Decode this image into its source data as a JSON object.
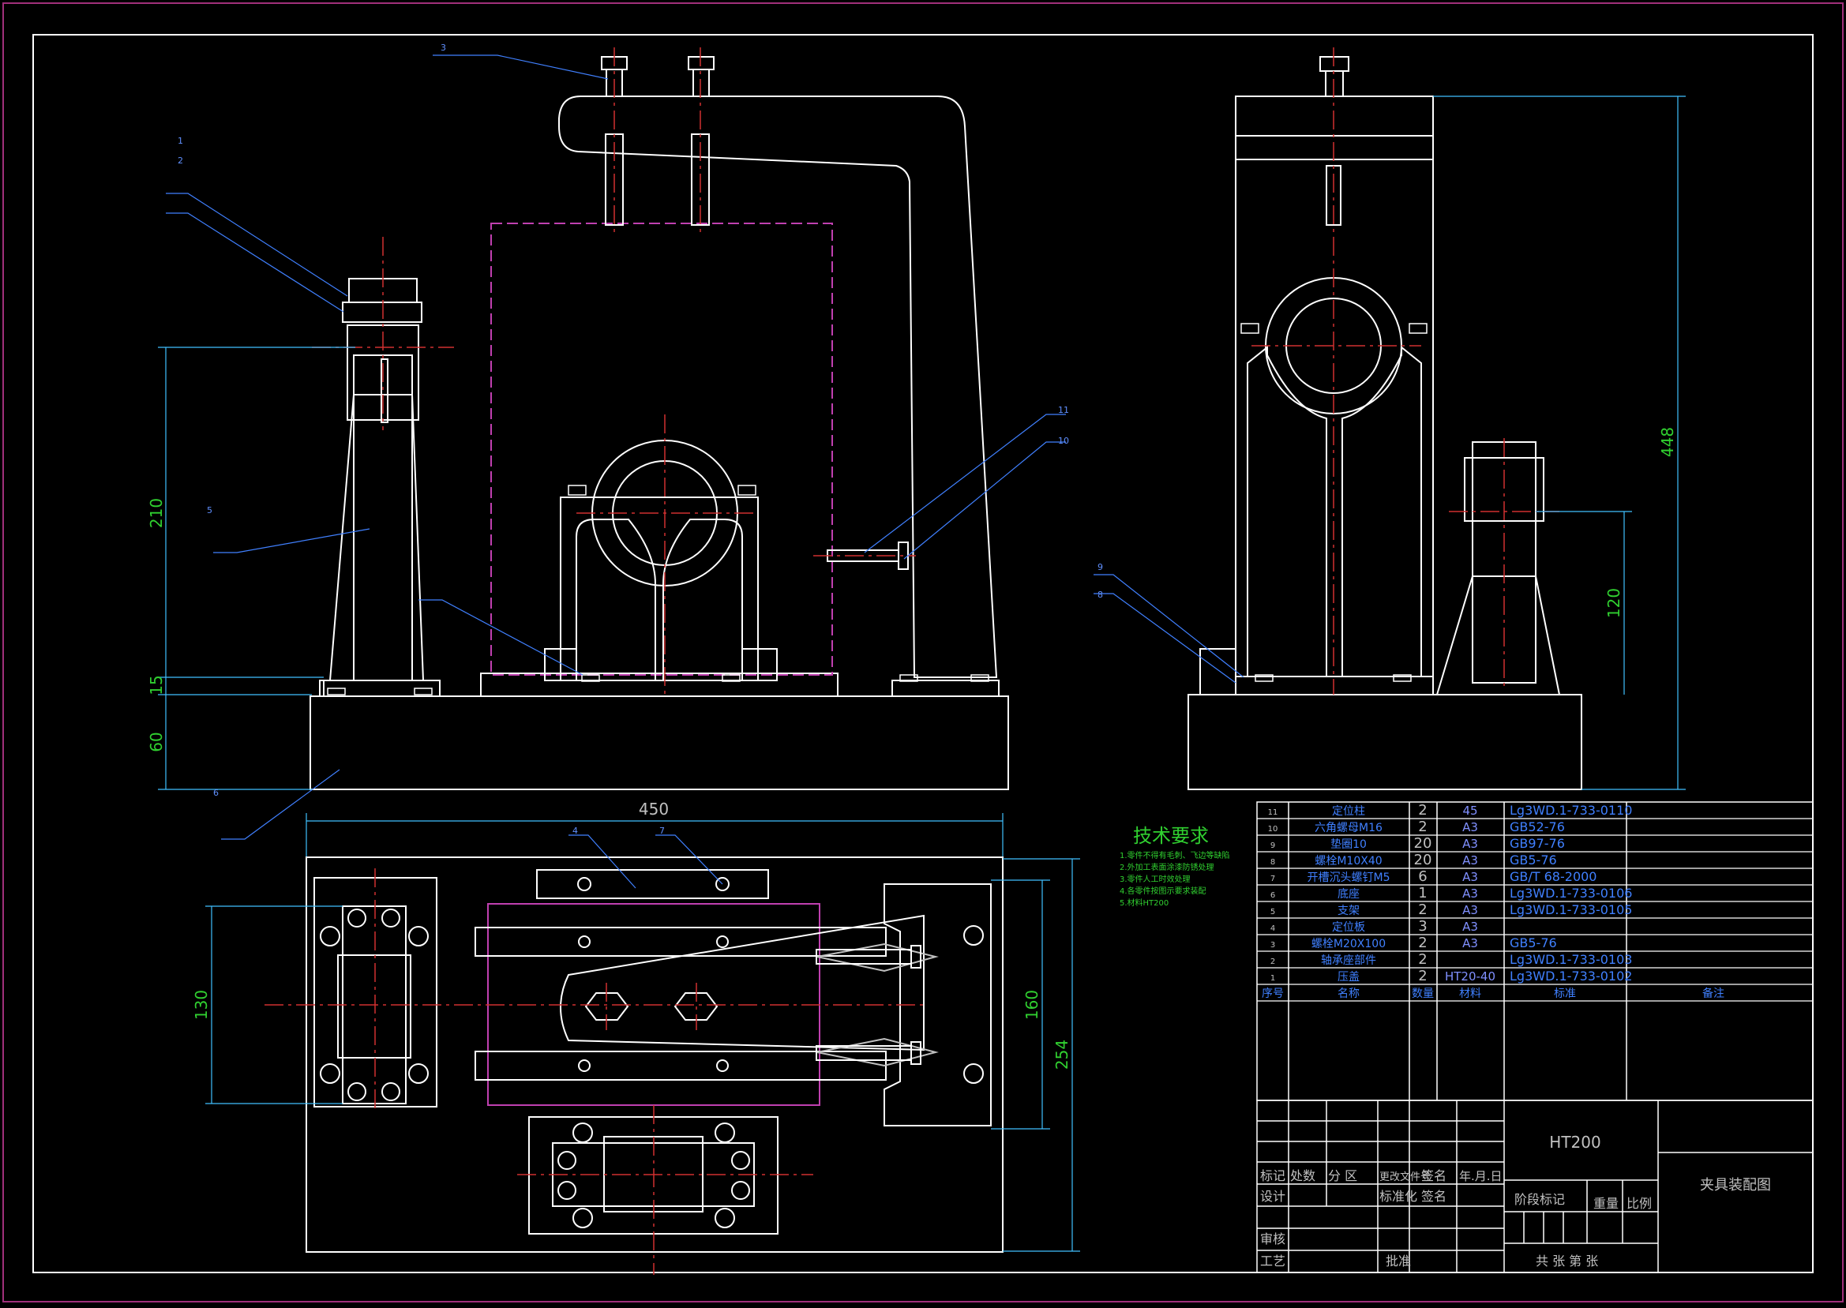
{
  "dims": {
    "d210": "210",
    "d15": "15",
    "d60": "60",
    "d450": "450",
    "d130": "130",
    "d160": "160",
    "d254": "254",
    "d448": "448",
    "d120": "120"
  },
  "balloons": {
    "b3": "3",
    "b1": "1",
    "b2": "2",
    "b5": "5",
    "b6": "6",
    "b11": "11",
    "b10": "10",
    "b9": "9",
    "b8": "8",
    "b4": "4",
    "b7": "7"
  },
  "tech": {
    "title": "技术要求",
    "lines": [
      "1.零件不得有毛刺、飞边等缺陷",
      "2.外加工表面涂漆防锈处理",
      "3.零件人工时效处理",
      "4.各零件按图示要求装配",
      "5.材料HT200"
    ]
  },
  "bom": {
    "rows": [
      {
        "no": "11",
        "name": "定位柱",
        "qty": "2",
        "mat": "45",
        "std": "Lg3WD.1-733-0110"
      },
      {
        "no": "10",
        "name": "六角螺母M16",
        "qty": "2",
        "mat": "A3",
        "std": "GB52-76"
      },
      {
        "no": "9",
        "name": "垫圈10",
        "qty": "20",
        "mat": "A3",
        "std": "GB97-76"
      },
      {
        "no": "8",
        "name": "螺栓M10X40",
        "qty": "20",
        "mat": "A3",
        "std": "GB5-76"
      },
      {
        "no": "7",
        "name": "开槽沉头螺钉M5",
        "qty": "6",
        "mat": "A3",
        "std": "GB/T 68-2000"
      },
      {
        "no": "6",
        "name": "底座",
        "qty": "1",
        "mat": "A3",
        "std": "Lg3WD.1-733-0106"
      },
      {
        "no": "5",
        "name": "支架",
        "qty": "2",
        "mat": "A3",
        "std": "Lg3WD.1-733-0105"
      },
      {
        "no": "4",
        "name": "定位板",
        "qty": "3",
        "mat": "A3",
        "std": ""
      },
      {
        "no": "3",
        "name": "螺栓M20X100",
        "qty": "2",
        "mat": "A3",
        "std": "GB5-76"
      },
      {
        "no": "2",
        "name": "轴承座部件",
        "qty": "2",
        "mat": "",
        "std": "Lg3WD.1-733-0103"
      },
      {
        "no": "1",
        "name": "压盖",
        "qty": "2",
        "mat": "HT20-40",
        "std": "Lg3WD.1-733-0102"
      }
    ],
    "headers": {
      "no": "序号",
      "name": "名称",
      "qty": "数量",
      "mat": "材料",
      "std": "标准",
      "note": "备注"
    }
  },
  "title_block": {
    "material": "HT200",
    "drawing_name": "夹具装配图",
    "mark": "标记",
    "count": "处数",
    "zone": "分 区",
    "doc": "更改文件号",
    "sign": "签名",
    "date": "年.月.日",
    "design": "设计",
    "standardize": "标准化",
    "sign2": "签名",
    "stage_mark": "阶段标记",
    "weight": "重量",
    "scale": "比例",
    "review": "审核",
    "process": "工艺",
    "approve": "批准",
    "sheets": "共  张  第  张"
  }
}
